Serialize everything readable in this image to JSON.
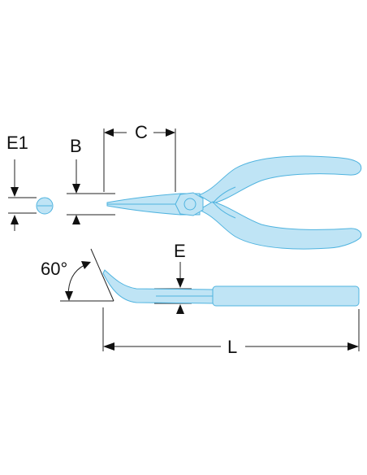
{
  "labels": {
    "e1": "E1",
    "b": "B",
    "c": "C",
    "e": "E",
    "angle": "60°",
    "l": "L"
  },
  "colors": {
    "tool_fill": "#bfe4f5",
    "tool_stroke": "#4fb3df",
    "dimension": "#222222"
  }
}
